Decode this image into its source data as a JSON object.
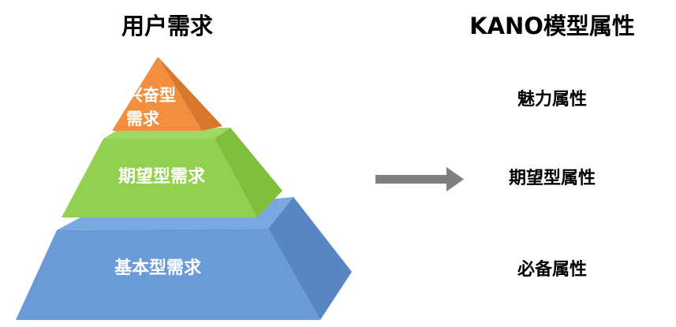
{
  "titles": {
    "left": "用户需求",
    "right": "KANO模型属性"
  },
  "pyramid": {
    "top_label": "兴奋型\n需求",
    "middle_label": "期望型需求",
    "bottom_label": "基本型需求"
  },
  "attributes": {
    "attractive": "魅力属性",
    "expected": "期望型属性",
    "must_be": "必备属性"
  },
  "colors": {
    "top_front": "#f28e3e",
    "top_side": "#d9772c",
    "middle_front": "#92d050",
    "middle_side": "#7fbf3c",
    "bottom_front": "#6a9bd8",
    "bottom_side": "#5885c4",
    "arrow": "#7f7f7f"
  }
}
